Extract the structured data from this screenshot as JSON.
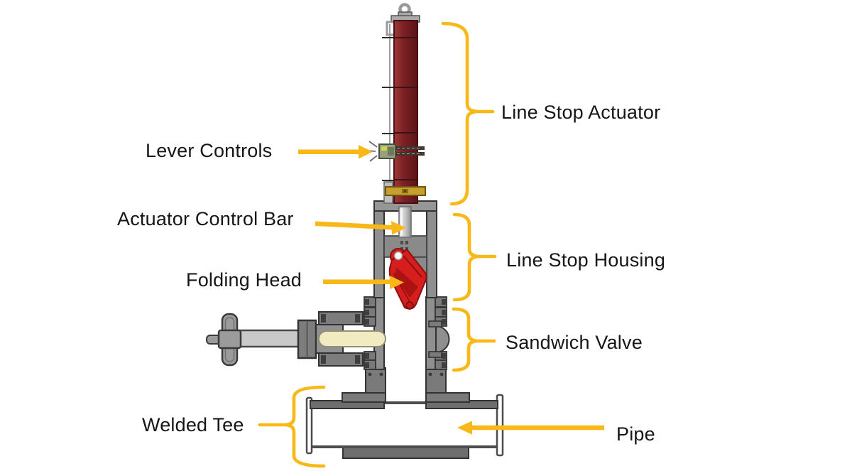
{
  "diagram": {
    "type": "labeled-technical-illustration",
    "subject": "Line stop fitting assembly cross-section",
    "background": "#ffffff",
    "colors": {
      "annotation_amber": "#F8B817",
      "label_text": "#161616",
      "actuator_red": "#7C2125",
      "folding_head_red": "#D61E1E",
      "machine_gray": "#8f8f8f",
      "gate_cream": "#F1EBC2",
      "mounting_bar_gold": "#C79F2C"
    },
    "annotations": [
      {
        "label": "Lever Controls",
        "connector": "arrow-pointing-right"
      },
      {
        "label": "Line Stop Actuator",
        "connector": "brace-grouping-left"
      },
      {
        "label": "Actuator Control Bar",
        "connector": "arrow-pointing-right"
      },
      {
        "label": "Line Stop Housing",
        "connector": "brace-grouping-left"
      },
      {
        "label": "Folding Head",
        "connector": "arrow-pointing-right"
      },
      {
        "label": "Sandwich Valve",
        "connector": "brace-grouping-left"
      },
      {
        "label": "Welded Tee",
        "connector": "brace-grouping-right"
      },
      {
        "label": "Pipe",
        "connector": "arrow-pointing-left"
      }
    ]
  }
}
